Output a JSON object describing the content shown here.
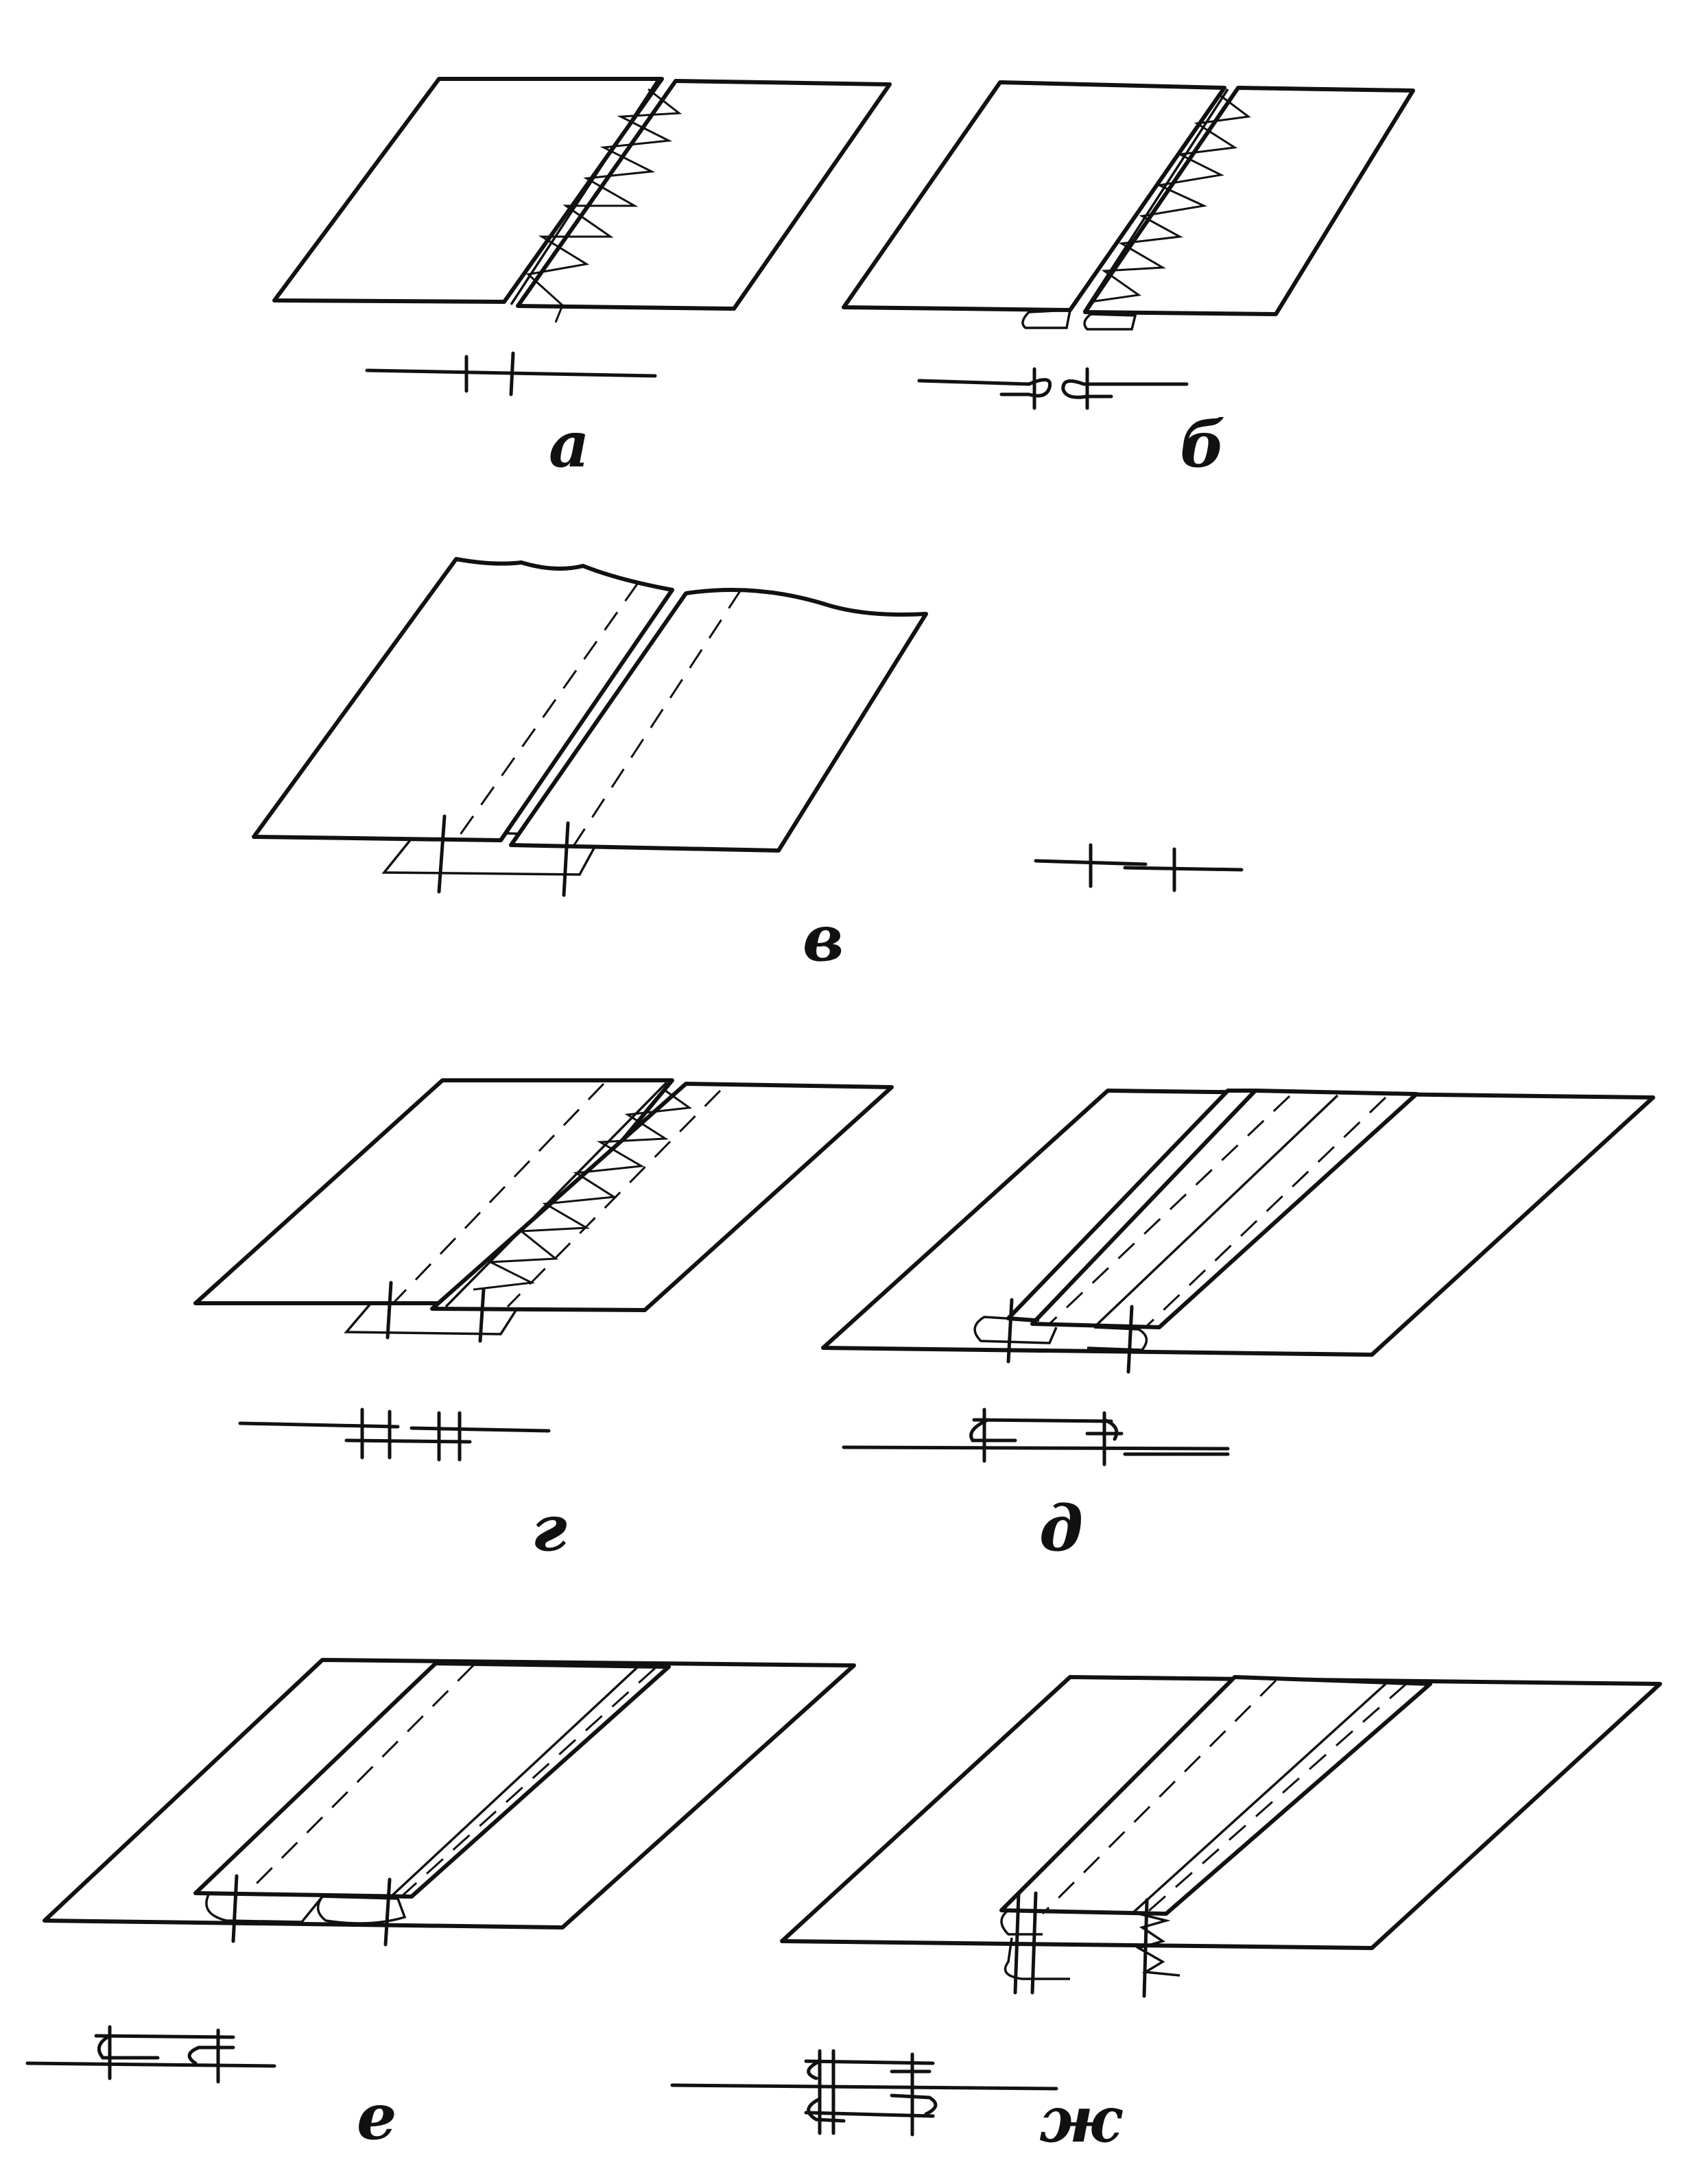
{
  "figures": [
    {
      "id": "a",
      "label": "а"
    },
    {
      "id": "b",
      "label": "б"
    },
    {
      "id": "v",
      "label": "в"
    },
    {
      "id": "g",
      "label": "г"
    },
    {
      "id": "d",
      "label": "д"
    },
    {
      "id": "e",
      "label": "е"
    },
    {
      "id": "zh",
      "label": "ж"
    }
  ]
}
